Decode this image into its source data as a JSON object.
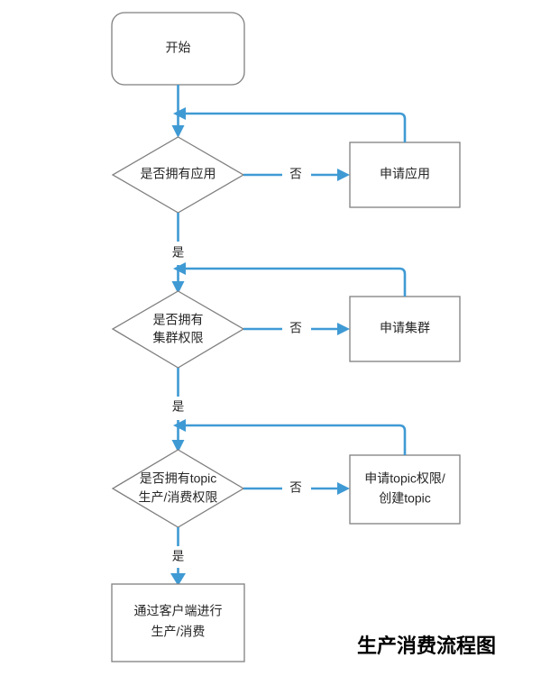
{
  "diagram": {
    "caption": "生产消费流程图",
    "colors": {
      "edge": "#3f9ad4",
      "node_border": "#7f7f7f",
      "node_fill": "#ffffff",
      "text": "#262626",
      "background": "#ffffff"
    },
    "nodes": {
      "start": {
        "label": "开始",
        "shape": "rounded-rectangle"
      },
      "decision_app": {
        "label_line1": "是否拥有应用",
        "label_line2": "",
        "shape": "diamond"
      },
      "action_app": {
        "label_line1": "申请应用",
        "label_line2": "",
        "shape": "rectangle"
      },
      "decision_cluster": {
        "label_line1": "是否拥有",
        "label_line2": "集群权限",
        "shape": "diamond"
      },
      "action_cluster": {
        "label_line1": "申请集群",
        "label_line2": "",
        "shape": "rectangle"
      },
      "decision_topic": {
        "label_line1": "是否拥有topic",
        "label_line2": "生产/消费权限",
        "shape": "diamond"
      },
      "action_topic": {
        "label_line1": "申请topic权限/",
        "label_line2": "创建topic",
        "shape": "rectangle"
      },
      "end": {
        "label_line1": "通过客户端进行",
        "label_line2": "生产/消费",
        "shape": "rectangle"
      }
    },
    "edge_labels": {
      "no_app": "否",
      "yes_app": "是",
      "no_cluster": "否",
      "yes_cluster": "是",
      "no_topic": "否",
      "yes_topic": "是"
    }
  }
}
